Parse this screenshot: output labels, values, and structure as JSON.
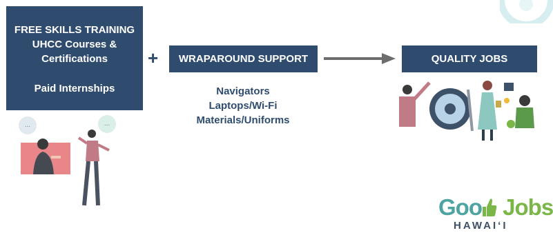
{
  "boxes": {
    "skills": {
      "title": "FREE SKILLS TRAINING",
      "line2": "UHCC Courses &",
      "line3": "Certifications",
      "line4": "Paid Internships"
    },
    "wraparound": "WRAPAROUND SUPPORT",
    "jobs": "QUALITY JOBS"
  },
  "plus": "+",
  "supports": [
    "Navigators",
    "Laptops/Wi-Fi",
    "Materials/Uniforms"
  ],
  "logo": {
    "good": "Goo",
    "jobs": "Jobs",
    "region": "HAWAIʻI"
  },
  "speech_bubbles": [
    "...",
    "..."
  ],
  "colors": {
    "box": "#2f4c6f",
    "arrow": "#6d6d6d",
    "logo_teal": "#4da4a0",
    "logo_green": "#7ab648"
  },
  "icons": [
    "thumbs-up-icon",
    "arrow-right-icon"
  ]
}
